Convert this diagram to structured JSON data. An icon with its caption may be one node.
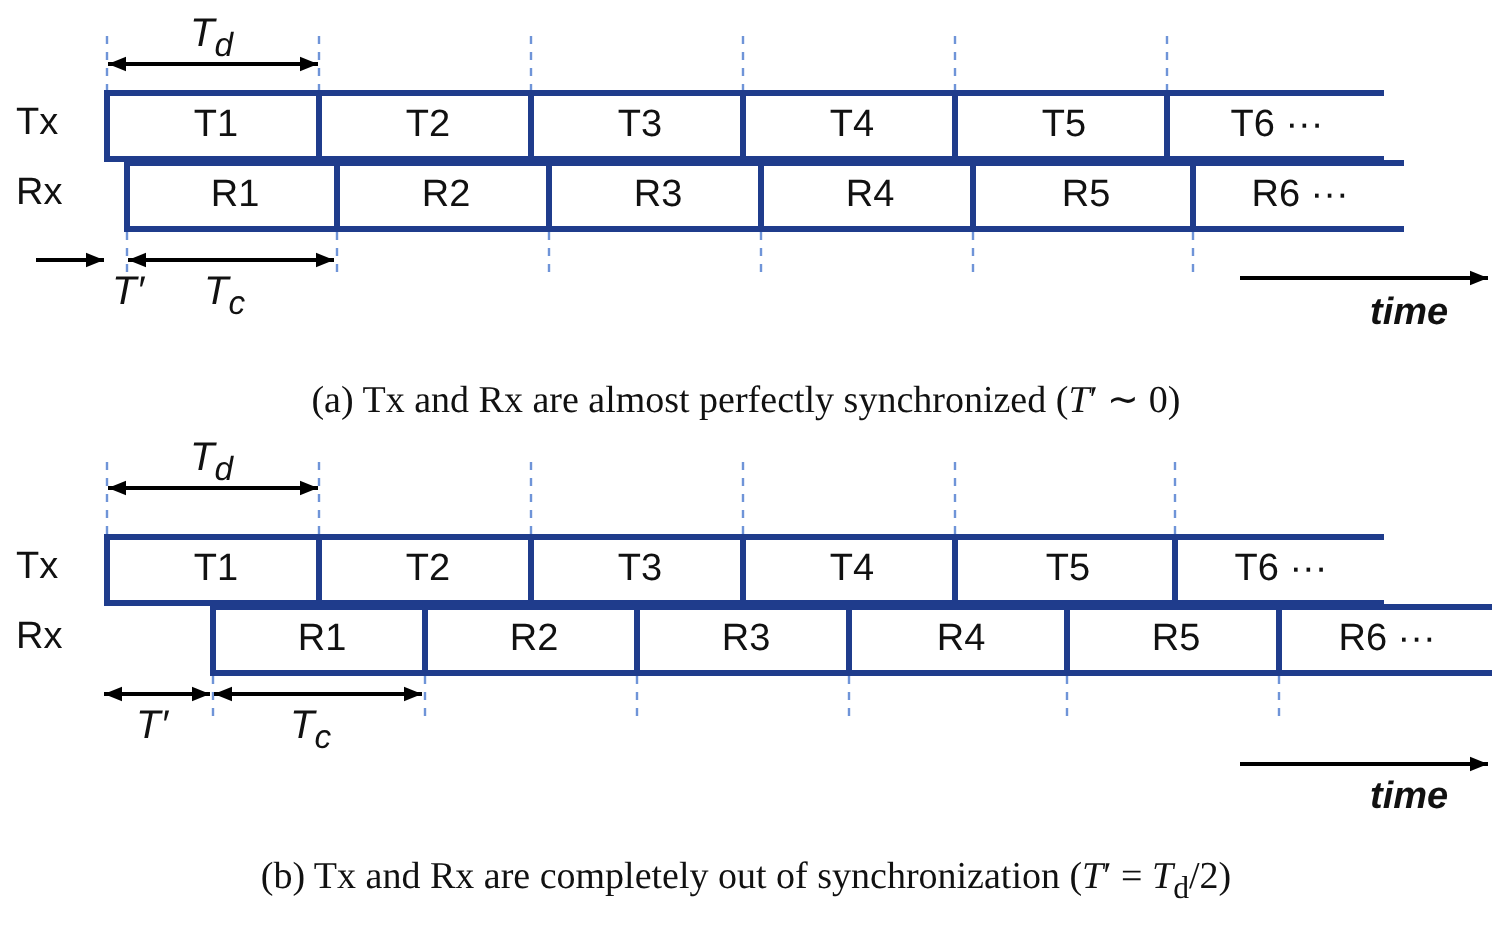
{
  "diagram": {
    "nodes": [
      {
        "text": [
          "T1"
        ]
      },
      {
        "text": [
          "T2"
        ]
      },
      {
        "text": [
          "T3"
        ]
      },
      {
        "text": [
          "T4"
        ]
      },
      {
        "text": [
          "T5"
        ]
      },
      {
        "text": [
          "T6 ···"
        ]
      },
      {
        "text": [
          "R1"
        ]
      },
      {
        "text": [
          "R2"
        ]
      },
      {
        "text": [
          "R3"
        ]
      },
      {
        "text": [
          "R4"
        ]
      },
      {
        "text": [
          "R5"
        ]
      },
      {
        "text": [
          "R6 ···"
        ]
      },
      {
        "text": [
          "T1"
        ]
      },
      {
        "text": [
          "T2"
        ]
      },
      {
        "text": [
          "T3"
        ]
      },
      {
        "text": [
          "T4"
        ]
      },
      {
        "text": [
          "T5"
        ]
      },
      {
        "text": [
          "T6 ···"
        ]
      },
      {
        "text": [
          "R1"
        ]
      },
      {
        "text": [
          "R2"
        ]
      },
      {
        "text": [
          "R3"
        ]
      },
      {
        "text": [
          "R4"
        ]
      },
      {
        "text": [
          "R5"
        ]
      },
      {
        "text": [
          "R6 ···"
        ]
      }
    ],
    "edges": [],
    "labels": [
      "T$_{d}$",
      "Tx",
      "Rx",
      "T′",
      "T$_{c}$",
      "time",
      "(a) Tx and Rx are almost perfectly synchronized (*T*′ ∼ 0)",
      "T$_{d}$",
      "Tx",
      "Rx",
      "T′",
      "T$_{c}$",
      "time",
      "(b) Tx and Rx are completely out of synchronization (*T*′ = *T*$_{d}$/2)"
    ]
  }
}
